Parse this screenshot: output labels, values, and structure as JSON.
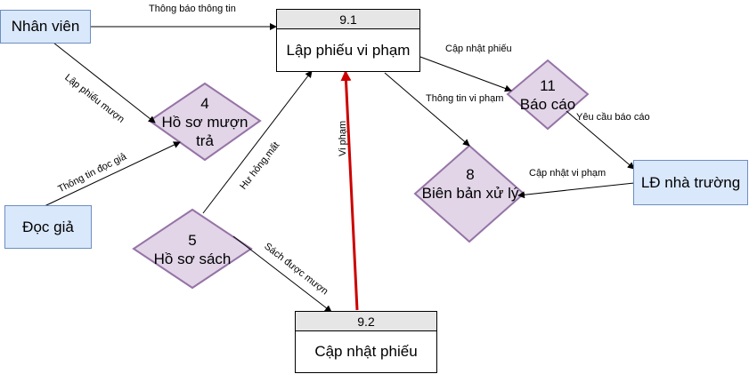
{
  "entities": {
    "nhan_vien": "Nhân viên",
    "doc_gia": "Đọc giả",
    "ld_nha_truong": "LĐ nhà trường"
  },
  "processes": {
    "p91": {
      "id": "9.1",
      "name": "Lập phiếu vi phạm"
    },
    "p92": {
      "id": "9.2",
      "name": "Cập nhật phiếu"
    }
  },
  "stores": {
    "s4": {
      "num": "4",
      "name": "Hồ sơ mượn trả"
    },
    "s5": {
      "num": "5",
      "name": "Hồ sơ sách"
    },
    "s11": {
      "num": "11",
      "name": "Báo cáo"
    },
    "s8": {
      "num": "8",
      "name": "Biên bản xử lý"
    }
  },
  "flows": {
    "thong_bao_thong_tin": "Thông báo thông tin",
    "cap_nhat_phieu": "Cập nhật phiếu",
    "lap_phieu_muon": "Lập phiếu mượn",
    "thong_tin_vi_pham": "Thông tin vi phạm",
    "yeu_cau_bao_cao": "Yêu cầu báo cáo",
    "vi_pham": "Vi phạm",
    "thong_tin_doc_gia": "Thông tin đọc giả",
    "hu_hong_mat": "Hư hỏng,mất",
    "cap_nhat_vi_pham": "Cập nhật vi phạm",
    "sach_duoc_muon": "Sách được mượn"
  },
  "colors": {
    "entity_fill": "#dae8fc",
    "entity_stroke": "#6c8ebf",
    "store_fill": "#e1d5e7",
    "store_stroke": "#9673a6",
    "highlight_arrow": "#cc0000"
  }
}
